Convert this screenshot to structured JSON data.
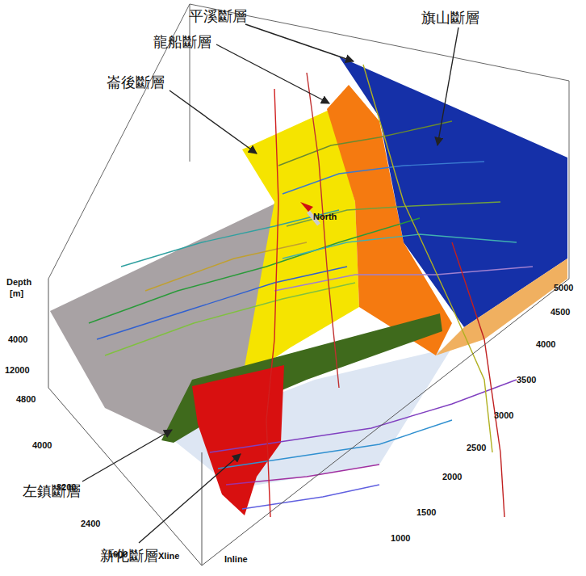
{
  "diagram": {
    "labels": [
      "平溪斷層",
      "旗山斷層",
      "龍船斷層",
      "崙後斷層",
      "North",
      "Depth",
      "[m]",
      "4000",
      "12000",
      "4800",
      "4000",
      "3200",
      "2400",
      "1600",
      "Xline",
      "5000",
      "4500",
      "4000",
      "3500",
      "3000",
      "2500",
      "2000",
      "1500",
      "1000",
      "Inline",
      "左鎮斷層",
      "新化斷層"
    ]
  }
}
